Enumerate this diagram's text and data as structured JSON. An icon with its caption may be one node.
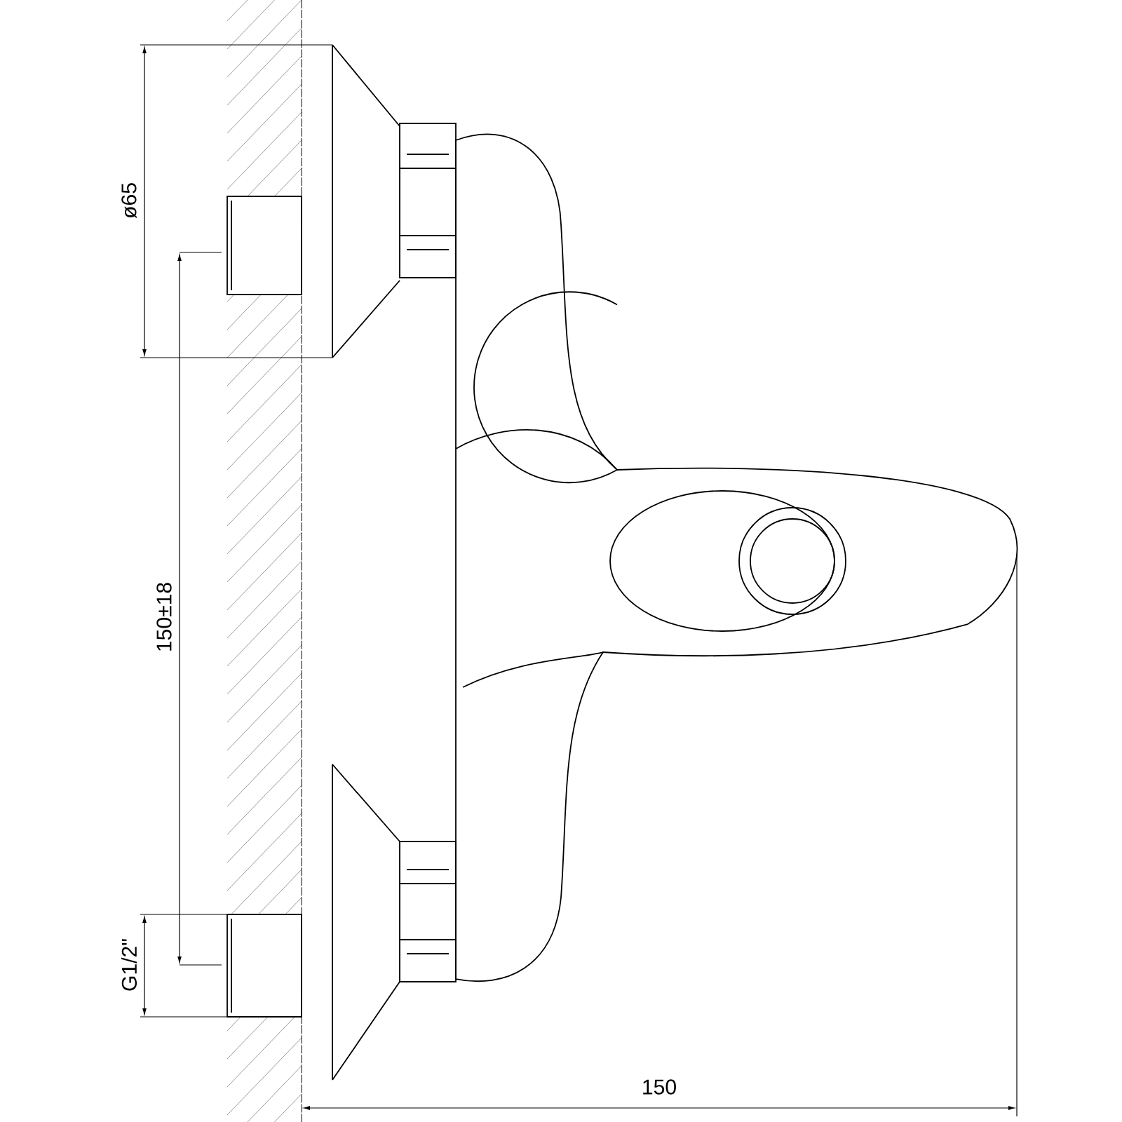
{
  "diagram": {
    "labels": [
      "ø65",
      "150±18",
      "G1/2\"",
      "150"
    ]
  }
}
